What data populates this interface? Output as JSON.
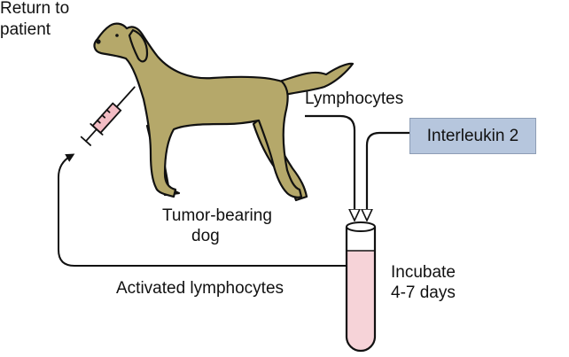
{
  "labels": {
    "return_line1": "Return to",
    "return_line2": "patient",
    "lymphocytes": "Lymphocytes",
    "interleukin": "Interleukin 2",
    "dog_line1": "Tumor-bearing",
    "dog_line2": "dog",
    "incubate_line1": "Incubate",
    "incubate_line2": "4-7 days",
    "activated": "Activated lymphocytes"
  },
  "colors": {
    "dog_fill": "#b5a86a",
    "dog_outline": "#111111",
    "interleukin_box": "#b6c6dd",
    "tube_fill": "#f6d3d8",
    "syringe_fill": "#f3bcc4",
    "arrow": "#111111"
  },
  "icons": {
    "dog": "dog-illustration",
    "syringe": "syringe-icon",
    "tube": "test-tube-icon"
  }
}
